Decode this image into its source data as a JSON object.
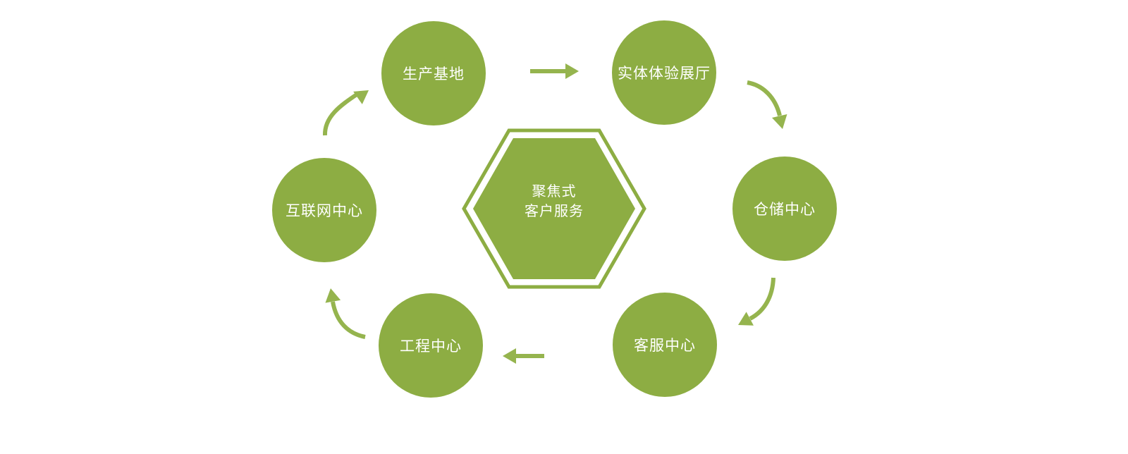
{
  "diagram": {
    "type": "cycle-diagram",
    "center_hexagon": {
      "line1": "聚焦式",
      "line2": "客户服务"
    },
    "nodes": [
      {
        "id": "production-base",
        "label": "生产基地"
      },
      {
        "id": "experience-showroom",
        "label": "实体体验展厅"
      },
      {
        "id": "warehouse-center",
        "label": "仓储中心"
      },
      {
        "id": "customer-service-center",
        "label": "客服中心"
      },
      {
        "id": "engineering-center",
        "label": "工程中心"
      },
      {
        "id": "internet-center",
        "label": "互联网中心"
      }
    ],
    "flow": {
      "direction": "clockwise",
      "order": [
        "internet-center",
        "production-base",
        "experience-showroom",
        "warehouse-center",
        "customer-service-center",
        "engineering-center"
      ]
    },
    "colors": {
      "shape-green": "#8dad43",
      "arrow-green": "#95b44e",
      "text-white": "#ffffff",
      "background": "#ffffff"
    }
  }
}
